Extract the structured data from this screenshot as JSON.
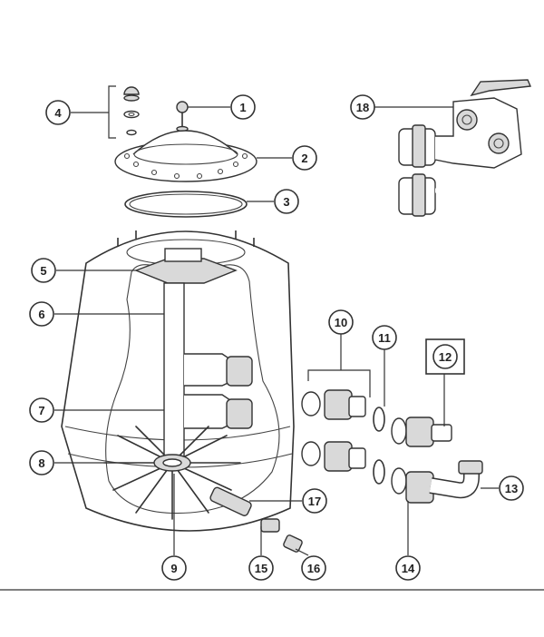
{
  "callouts": [
    {
      "id": "c1",
      "label": "1"
    },
    {
      "id": "c2",
      "label": "2"
    },
    {
      "id": "c3",
      "label": "3"
    },
    {
      "id": "c4",
      "label": "4"
    },
    {
      "id": "c5",
      "label": "5"
    },
    {
      "id": "c6",
      "label": "6"
    },
    {
      "id": "c7",
      "label": "7"
    },
    {
      "id": "c8",
      "label": "8"
    },
    {
      "id": "c9",
      "label": "9"
    },
    {
      "id": "c10",
      "label": "10"
    },
    {
      "id": "c11",
      "label": "11"
    },
    {
      "id": "c12",
      "label": "12"
    },
    {
      "id": "c13",
      "label": "13"
    },
    {
      "id": "c14",
      "label": "14"
    },
    {
      "id": "c15",
      "label": "15"
    },
    {
      "id": "c16",
      "label": "16"
    },
    {
      "id": "c17",
      "label": "17"
    },
    {
      "id": "c18",
      "label": "18"
    }
  ],
  "highlight": {
    "part": "12",
    "color": "#d0021b"
  },
  "colors": {
    "line": "#333333",
    "part_fill": "#d9d9d9",
    "background": "#ffffff"
  }
}
